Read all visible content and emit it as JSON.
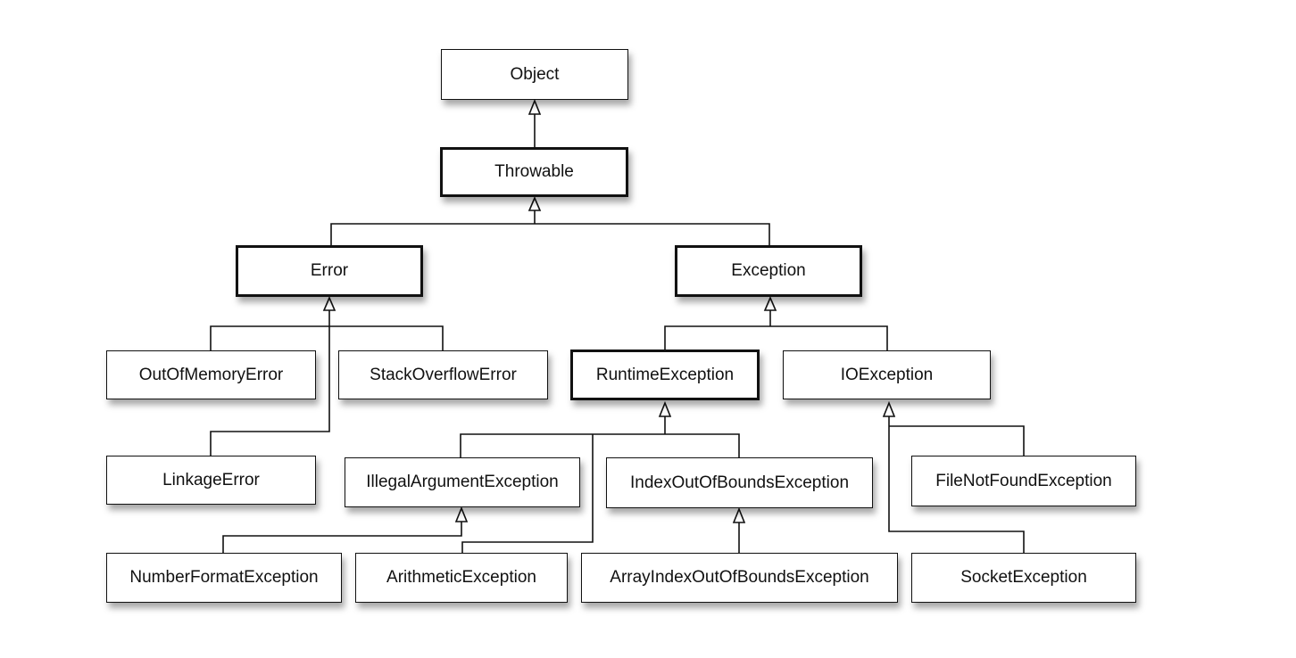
{
  "diagram": {
    "colors": {
      "line": "#111111",
      "box_fill": "#ffffff",
      "text": "#111111"
    },
    "nodes": {
      "object": "Object",
      "throwable": "Throwable",
      "error": "Error",
      "exception": "Exception",
      "out_of_memory_error": "OutOfMemoryError",
      "stack_overflow_error": "StackOverflowError",
      "runtime_exception": "RuntimeException",
      "io_exception": "IOException",
      "linkage_error": "LinkageError",
      "illegal_argument_exception": "IllegalArgumentException",
      "index_out_of_bounds_exception": "IndexOutOfBoundsException",
      "file_not_found_exception": "FileNotFoundException",
      "number_format_exception": "NumberFormatException",
      "arithmetic_exception": "ArithmeticException",
      "array_index_out_of_bounds_exception": "ArrayIndexOutOfBoundsException",
      "socket_exception": "SocketException"
    },
    "inheritance": [
      {
        "child": "Throwable",
        "parent": "Object"
      },
      {
        "child": "Error",
        "parent": "Throwable"
      },
      {
        "child": "Exception",
        "parent": "Throwable"
      },
      {
        "child": "OutOfMemoryError",
        "parent": "Error"
      },
      {
        "child": "StackOverflowError",
        "parent": "Error"
      },
      {
        "child": "LinkageError",
        "parent": "Error"
      },
      {
        "child": "RuntimeException",
        "parent": "Exception"
      },
      {
        "child": "IOException",
        "parent": "Exception"
      },
      {
        "child": "IllegalArgumentException",
        "parent": "RuntimeException"
      },
      {
        "child": "IndexOutOfBoundsException",
        "parent": "RuntimeException"
      },
      {
        "child": "ArithmeticException",
        "parent": "RuntimeException"
      },
      {
        "child": "NumberFormatException",
        "parent": "IllegalArgumentException"
      },
      {
        "child": "ArrayIndexOutOfBoundsException",
        "parent": "IndexOutOfBoundsException"
      },
      {
        "child": "FileNotFoundException",
        "parent": "IOException"
      },
      {
        "child": "SocketException",
        "parent": "IOException"
      }
    ]
  }
}
